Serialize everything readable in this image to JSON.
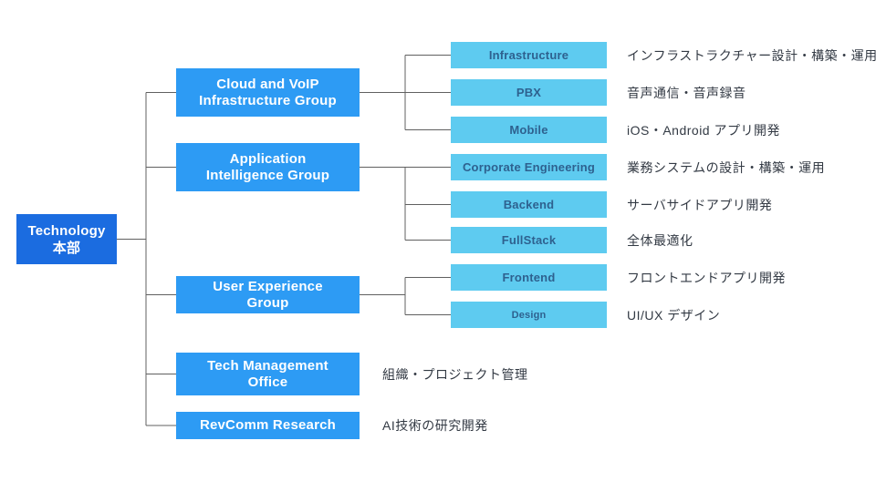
{
  "root": {
    "label_line1": "Technology",
    "label_line2": "本部"
  },
  "groups": [
    {
      "id": "cloud-voip-infrastructure",
      "label_line1": "Cloud and VoIP",
      "label_line2": "Infrastructure Group"
    },
    {
      "id": "application-intelligence",
      "label_line1": "Application",
      "label_line2": "Intelligence Group"
    },
    {
      "id": "user-experience",
      "label_line1": "User Experience",
      "label_line2": "Group"
    },
    {
      "id": "tech-management-office",
      "label_line1": "Tech Management",
      "label_line2": "Office",
      "description": "組織・プロジェクト管理"
    },
    {
      "id": "revcomm-research",
      "label_line1": "RevComm Research",
      "description": "AI技術の研究開発"
    }
  ],
  "teams": [
    {
      "label": "Infrastructure",
      "description": "インフラストラクチャー設計・構築・運用",
      "parent": "cloud-voip-infrastructure"
    },
    {
      "label": "PBX",
      "description": "音声通信・音声録音",
      "parent": "cloud-voip-infrastructure"
    },
    {
      "label": "Mobile",
      "description": "iOS・Android アプリ開発",
      "parent": "cloud-voip-infrastructure"
    },
    {
      "label": "Corporate Engineering",
      "description": "業務システムの設計・構築・運用",
      "parent": "application-intelligence"
    },
    {
      "label": "Backend",
      "description": "サーバサイドアプリ開発",
      "parent": "application-intelligence"
    },
    {
      "label": "FullStack",
      "description": "全体最適化",
      "parent": "application-intelligence"
    },
    {
      "label": "Frontend",
      "description": "フロントエンドアプリ開発",
      "parent": "user-experience"
    },
    {
      "label": "Design",
      "description": "UI/UX デザイン",
      "parent": "user-experience"
    }
  ],
  "colors": {
    "root_box": "#1b6ce0",
    "group_box": "#2d9bf4",
    "team_box": "#5ecbf0",
    "team_label_text": "#2e618f",
    "description_text": "#333a44",
    "connector_line": "#606060",
    "box_text": "#ffffff"
  }
}
